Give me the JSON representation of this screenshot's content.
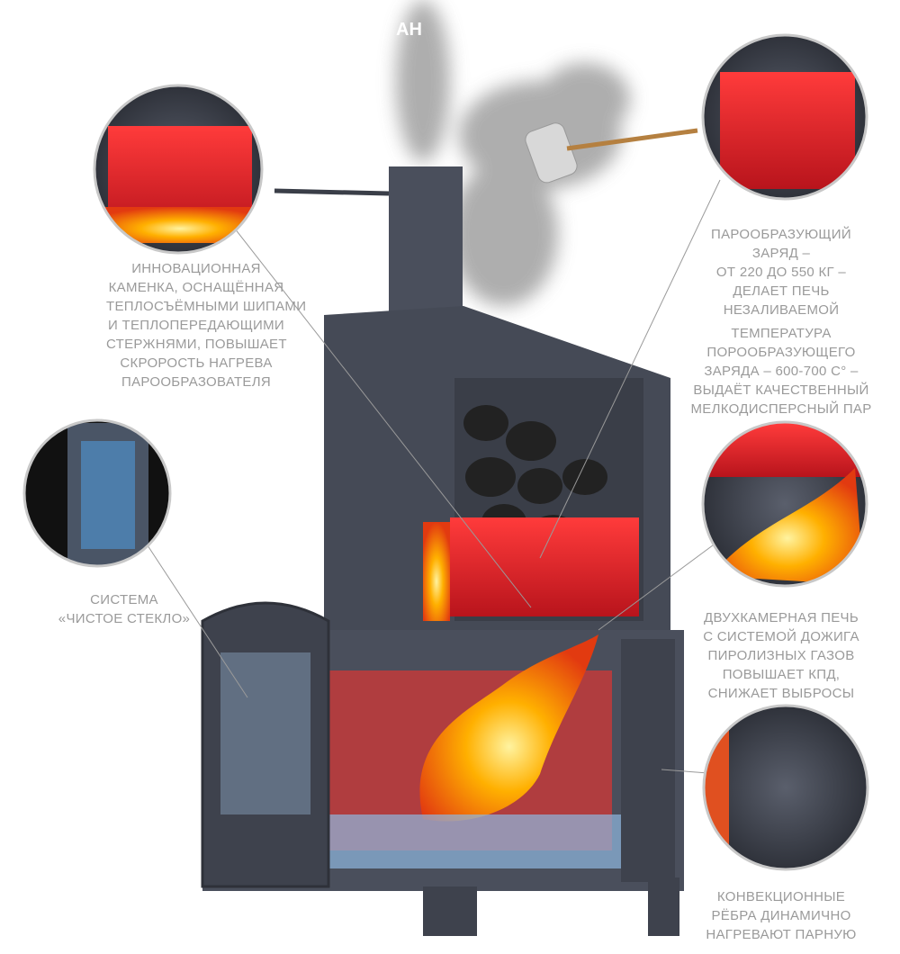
{
  "title_fragment": "АН",
  "callouts": {
    "kamenka": [
      "ИННОВАЦИОННАЯ",
      "КАМЕНКА, ОСНАЩЁННАЯ",
      "ТЕПЛОСЪЁМНЫМИ ШИПАМИ",
      "И ТЕПЛОПЕРЕДАЮЩИМИ",
      "СТЕРЖНЯМИ, ПОВЫШАЕТ",
      "СКРОРОСТЬ НАГРЕВА",
      "ПАРООБРАЗОВАТЕЛЯ"
    ],
    "glass": [
      "СИСТЕМА",
      "«ЧИСТОЕ СТЕКЛО»"
    ],
    "charge": [
      "ПАРООБРАЗУЮЩИЙ",
      "ЗАРЯД –",
      "ОТ 220 ДО 550 КГ –",
      "ДЕЛАЕТ ПЕЧЬ",
      "НЕЗАЛИВАЕМОЙ"
    ],
    "temperature": [
      "ТЕМПЕРАТУРА",
      "ПОРООБРАЗУЮЩЕГО",
      "ЗАРЯДА – 600-700 С° –",
      "ВЫДАЁТ КАЧЕСТВЕННЫЙ",
      "МЕЛКОДИСПЕРСНЫЙ ПАР"
    ],
    "two_chamber": [
      "ДВУХКАМЕРНАЯ ПЕЧЬ",
      "С СИСТЕМОЙ ДОЖИГА",
      "ПИРОЛИЗНЫХ ГАЗОВ",
      "ПОВЫШАЕТ КПД,",
      "СНИЖАЕТ ВЫБРОСЫ"
    ],
    "convection": [
      "КОНВЕКЦИОННЫЕ",
      "РЁБРА ДИНАМИЧНО",
      "НАГРЕВАЮТ ПАРНУЮ"
    ]
  },
  "colors": {
    "caption": "#9a9a9a",
    "stove": "#4a4f5c",
    "fire": "#ff7a00",
    "hot": "#e8202a",
    "ring": "#c8c8c8"
  }
}
